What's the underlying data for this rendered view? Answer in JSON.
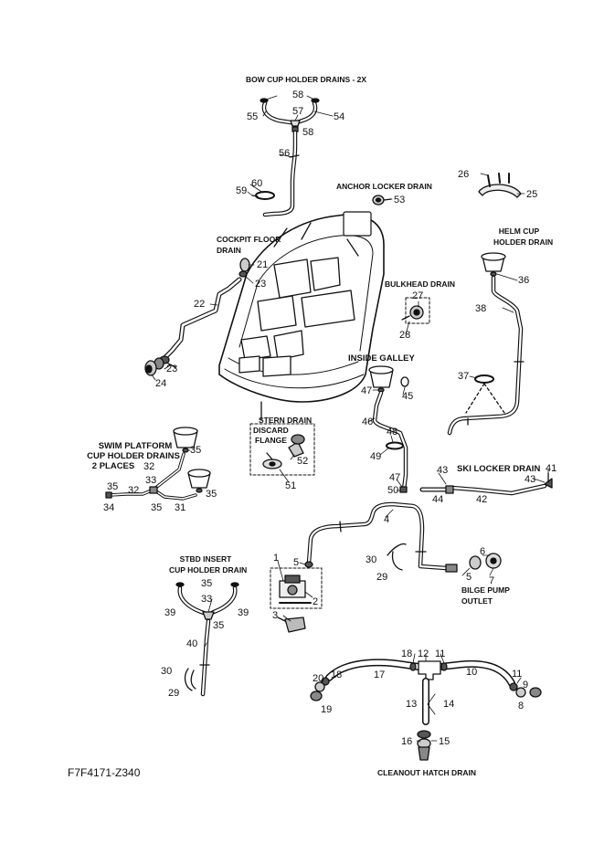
{
  "diagram": {
    "code": "F7F4171-Z340",
    "labels": {
      "bow": "BOW CUP HOLDER DRAINS - 2X",
      "anchor": "ANCHOR LOCKER DRAIN",
      "cockpit_1": "COCKPIT FLOOR",
      "cockpit_2": "DRAIN",
      "helm_1": "HELM CUP",
      "helm_2": "HOLDER DRAIN",
      "bulkhead": "BULKHEAD DRAIN",
      "galley": "INSIDE GALLEY",
      "stern": "STERN DRAIN",
      "discard_1": "DISCARD",
      "discard_2": "FLANGE",
      "swim_1": "SWIM PLATFORM",
      "swim_2": "CUP HOLDER DRAINS",
      "swim_3": "2 PLACES",
      "ski": "SKI LOCKER DRAIN",
      "stbd_1": "STBD INSERT",
      "stbd_2": "CUP HOLDER DRAIN",
      "bilge_1": "BILGE PUMP",
      "bilge_2": "OUTLET",
      "cleanout": "CLEANOUT HATCH DRAIN"
    },
    "callouts": [
      {
        "id": "c58a",
        "text": "58"
      },
      {
        "id": "c57",
        "text": "57"
      },
      {
        "id": "c55",
        "text": "55"
      },
      {
        "id": "c54",
        "text": "54"
      },
      {
        "id": "c58b",
        "text": "58"
      },
      {
        "id": "c56",
        "text": "56"
      },
      {
        "id": "c60",
        "text": "60"
      },
      {
        "id": "c59",
        "text": "59"
      },
      {
        "id": "c53",
        "text": "53"
      },
      {
        "id": "c26",
        "text": "26"
      },
      {
        "id": "c25",
        "text": "25"
      },
      {
        "id": "c21",
        "text": "21"
      },
      {
        "id": "c23a",
        "text": "23"
      },
      {
        "id": "c22",
        "text": "22"
      },
      {
        "id": "c23b",
        "text": "23"
      },
      {
        "id": "c24",
        "text": "24"
      },
      {
        "id": "c36",
        "text": "36"
      },
      {
        "id": "c38",
        "text": "38"
      },
      {
        "id": "c27",
        "text": "27"
      },
      {
        "id": "c28",
        "text": "28"
      },
      {
        "id": "c37",
        "text": "37"
      },
      {
        "id": "c47a",
        "text": "47"
      },
      {
        "id": "c45",
        "text": "45"
      },
      {
        "id": "c46",
        "text": "46"
      },
      {
        "id": "c48",
        "text": "48"
      },
      {
        "id": "c49",
        "text": "49"
      },
      {
        "id": "c47b",
        "text": "47"
      },
      {
        "id": "c50",
        "text": "50"
      },
      {
        "id": "c52",
        "text": "52"
      },
      {
        "id": "c51",
        "text": "51"
      },
      {
        "id": "c35a",
        "text": "35"
      },
      {
        "id": "c32a",
        "text": "32"
      },
      {
        "id": "c33",
        "text": "33"
      },
      {
        "id": "c35b",
        "text": "35"
      },
      {
        "id": "c32b",
        "text": "32"
      },
      {
        "id": "c34",
        "text": "34"
      },
      {
        "id": "c35c",
        "text": "35"
      },
      {
        "id": "c31",
        "text": "31"
      },
      {
        "id": "c35d",
        "text": "35"
      },
      {
        "id": "c43a",
        "text": "43"
      },
      {
        "id": "c44",
        "text": "44"
      },
      {
        "id": "c42",
        "text": "42"
      },
      {
        "id": "c43b",
        "text": "43"
      },
      {
        "id": "c41",
        "text": "41"
      },
      {
        "id": "c4",
        "text": "4"
      },
      {
        "id": "c1",
        "text": "1"
      },
      {
        "id": "c5a",
        "text": "5"
      },
      {
        "id": "c2",
        "text": "2"
      },
      {
        "id": "c3",
        "text": "3"
      },
      {
        "id": "c30a",
        "text": "30"
      },
      {
        "id": "c29a",
        "text": "29"
      },
      {
        "id": "c5b",
        "text": "5"
      },
      {
        "id": "c6",
        "text": "6"
      },
      {
        "id": "c7",
        "text": "7"
      },
      {
        "id": "c35e",
        "text": "35"
      },
      {
        "id": "c33b",
        "text": "33"
      },
      {
        "id": "c39a",
        "text": "39"
      },
      {
        "id": "c39b",
        "text": "39"
      },
      {
        "id": "c35f",
        "text": "35"
      },
      {
        "id": "c40",
        "text": "40"
      },
      {
        "id": "c30b",
        "text": "30"
      },
      {
        "id": "c29b",
        "text": "29"
      },
      {
        "id": "c18a",
        "text": "18"
      },
      {
        "id": "c12",
        "text": "12"
      },
      {
        "id": "c11a",
        "text": "11"
      },
      {
        "id": "c17",
        "text": "17"
      },
      {
        "id": "c10",
        "text": "10"
      },
      {
        "id": "c20",
        "text": "20"
      },
      {
        "id": "c18b",
        "text": "18"
      },
      {
        "id": "c19",
        "text": "19"
      },
      {
        "id": "c11b",
        "text": "11"
      },
      {
        "id": "c9",
        "text": "9"
      },
      {
        "id": "c8",
        "text": "8"
      },
      {
        "id": "c13",
        "text": "13"
      },
      {
        "id": "c14",
        "text": "14"
      },
      {
        "id": "c16",
        "text": "16"
      },
      {
        "id": "c15",
        "text": "15"
      }
    ]
  }
}
